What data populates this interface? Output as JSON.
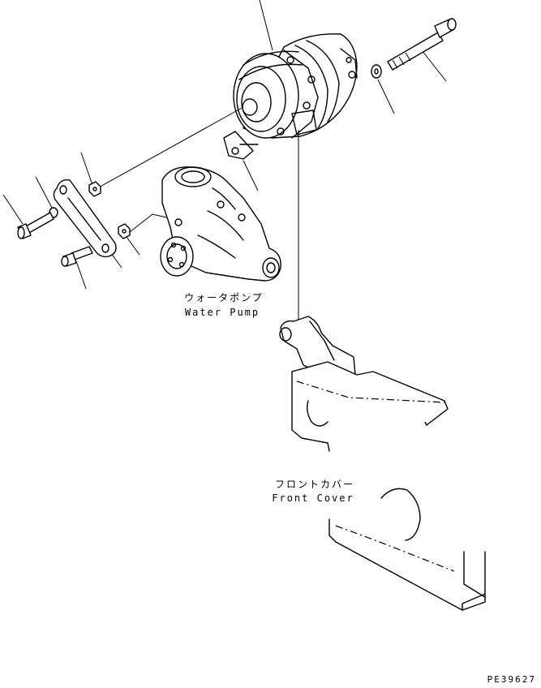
{
  "labels": {
    "water_pump_jp": "ウォータポンプ",
    "water_pump_en": "Water Pump",
    "front_cover_jp": "フロントカバー",
    "front_cover_en": "Front Cover"
  },
  "drawing_code": "PE39627"
}
